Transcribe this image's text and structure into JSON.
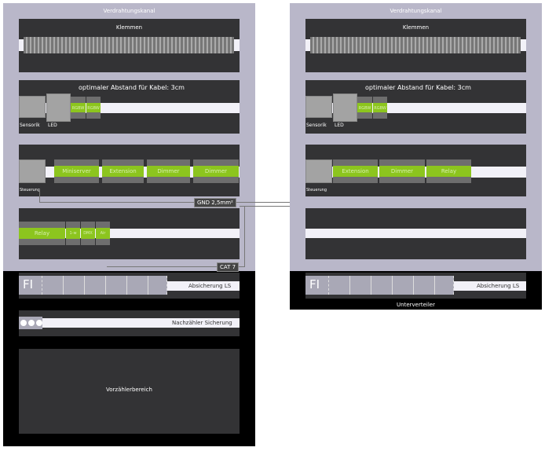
{
  "left_cabinet": {
    "title": "Verdrahtungskanal",
    "row1": {
      "label": "Klemmen"
    },
    "row2": {
      "note": "optimaler Abstand für Kabel: 3cm",
      "psu_sensorik": "Sensorik",
      "psu_led": "LED",
      "modules": [
        "RGBW",
        "RGBW"
      ]
    },
    "row3": {
      "psu": "Steuerung",
      "modules": [
        "Miniserver",
        "Extension",
        "Dimmer",
        "Dimmer"
      ]
    },
    "row4": {
      "modules": [
        "Relay",
        "1-w",
        "DMX",
        "Air"
      ]
    },
    "gnd_label": "GND 2,5mm²",
    "cat_label": "CAT 7",
    "fi_label": "FI",
    "fuse_label": "Absicherung LS",
    "meter_fuse_label": "Nachzähler Sicherung",
    "pre_meter_label": "Vorzählerbereich"
  },
  "right_cabinet": {
    "title": "Verdrahtungskanal",
    "row1": {
      "label": "Klemmen"
    },
    "row2": {
      "note": "optimaler Abstand für Kabel: 3cm",
      "psu_sensorik": "Sensorik",
      "psu_led": "LED",
      "modules": [
        "RGBW",
        "RGBW"
      ]
    },
    "row3": {
      "psu": "Steuerung",
      "modules": [
        "Extension",
        "Dimmer",
        "Relay"
      ]
    },
    "fi_label": "FI",
    "fuse_label": "Absicherung LS",
    "footer": "Unterverteiler"
  }
}
